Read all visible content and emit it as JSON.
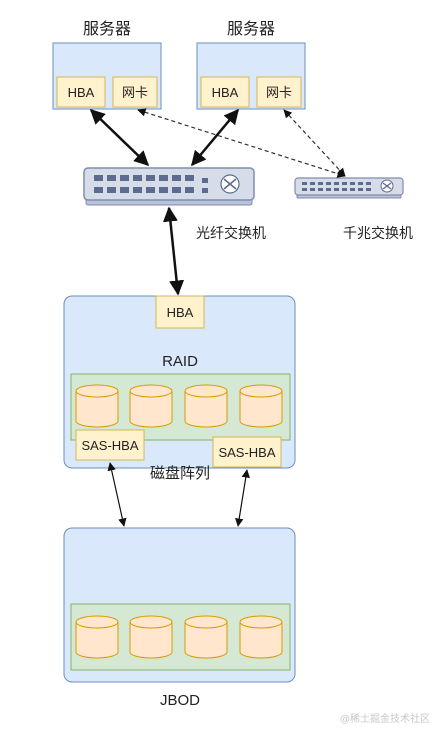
{
  "servers": [
    {
      "title": "服务器",
      "hba": "HBA",
      "nic": "网卡"
    },
    {
      "title": "服务器",
      "hba": "HBA",
      "nic": "网卡"
    }
  ],
  "switches": {
    "fiber_label": "光纤交换机",
    "gigabit_label": "千兆交换机"
  },
  "raid": {
    "hba": "HBA",
    "label": "RAID",
    "sas_left": "SAS-HBA",
    "sas_right": "SAS-HBA",
    "caption": "磁盘阵列"
  },
  "jbod": {
    "label": "JBOD"
  },
  "watermark": "@稀土掘金技术社区",
  "colors": {
    "blue_fill": "#dae8fc",
    "blue_stroke": "#6c8ebf",
    "yellow_fill": "#fff2cc",
    "yellow_stroke": "#d6b656",
    "green_fill": "#d5e8d4",
    "green_stroke": "#82b366",
    "disk_fill": "#ffe6cc",
    "disk_stroke": "#d79b00",
    "switch_fill": "#d7dce9",
    "switch_stroke": "#7f8cb0"
  }
}
